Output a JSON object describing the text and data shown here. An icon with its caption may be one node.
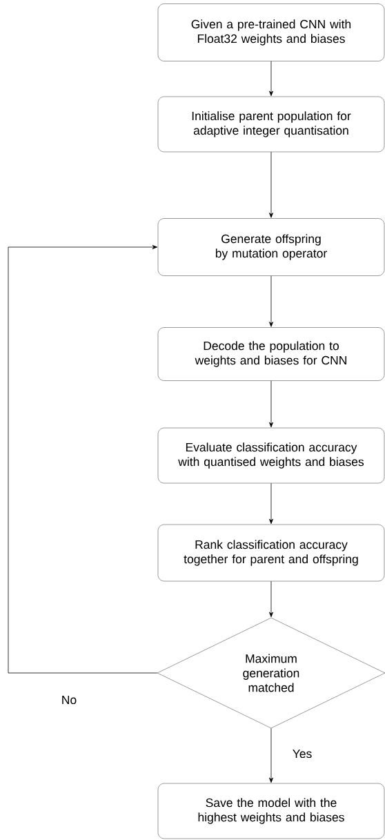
{
  "diagram": {
    "nodes": [
      {
        "text": [
          "Given a pre-trained CNN with Float32 weights and biases"
        ]
      },
      {
        "text": [
          "Initialise parent population for adaptive integer quantisation"
        ]
      },
      {
        "text": [
          "Generate offspring by mutation operator"
        ]
      },
      {
        "text": [
          "Decode the population to weights and biases for CNN"
        ]
      },
      {
        "text": [
          "Evaluate classification accuracy with quantised weights and biases"
        ]
      },
      {
        "text": [
          "Rank classification accuracy together for parent and offspring"
        ]
      },
      {
        "text": [
          "Maximum generation matched"
        ]
      },
      {
        "text": [
          "Save the model with the highest weights and biases"
        ]
      }
    ],
    "edges": [
      {
        "from": 0,
        "to": 1,
        "arrow": "to"
      },
      {
        "from": 1,
        "to": 2,
        "arrow": "to"
      },
      {
        "from": 2,
        "to": 3,
        "arrow": "to"
      },
      {
        "from": 3,
        "to": 4,
        "arrow": "to"
      },
      {
        "from": 4,
        "to": 5,
        "arrow": "to"
      },
      {
        "from": 5,
        "to": 6,
        "arrow": "to"
      },
      {
        "from": 6,
        "to": 2,
        "arrow": "to",
        "label": "No"
      },
      {
        "from": 6,
        "to": 7,
        "arrow": "to",
        "label": "Yes"
      }
    ]
  }
}
